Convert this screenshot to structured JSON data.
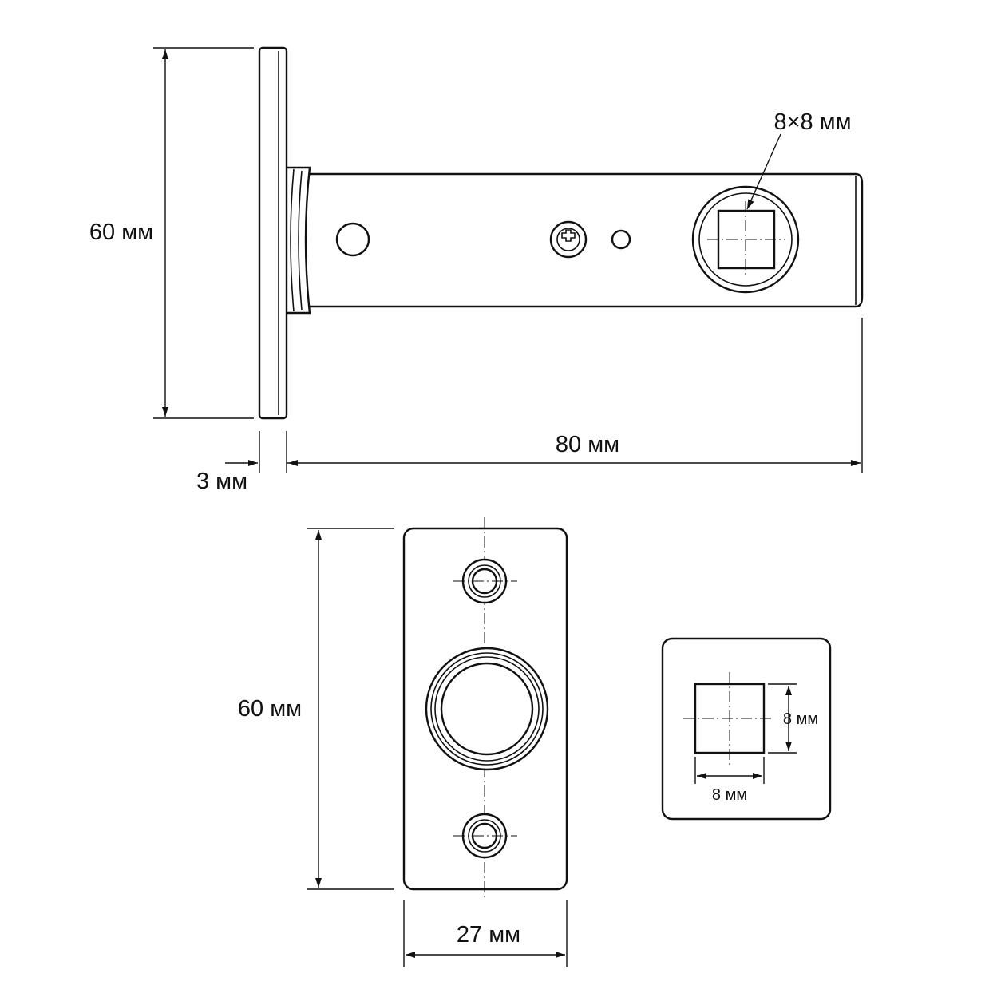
{
  "side_view": {
    "flange_height_label": "60 мм",
    "flange_thickness_label": "3 мм",
    "body_length_label": "80 мм",
    "spindle_label": "8×8 мм"
  },
  "strike_plate": {
    "height_label": "60 мм",
    "width_label": "27 мм"
  },
  "square_hole_detail": {
    "height_label": "8 мм",
    "width_label": "8 мм"
  }
}
